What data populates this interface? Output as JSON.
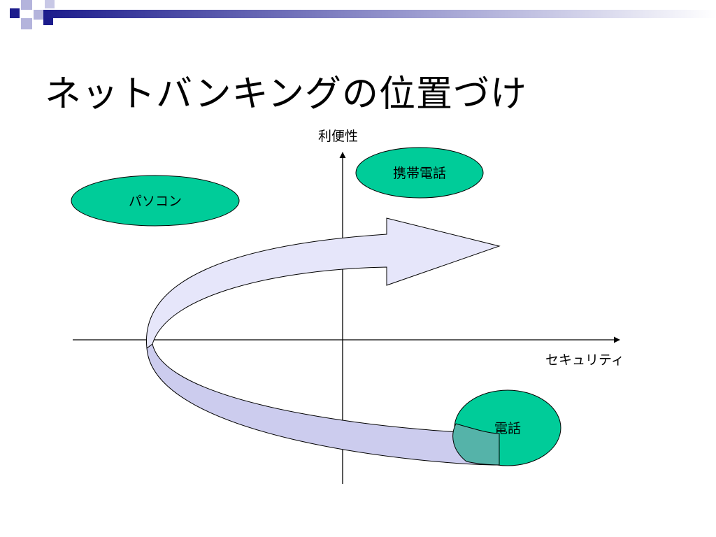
{
  "slide": {
    "title": "ネットバンキングの位置づけ",
    "colors": {
      "accent_dark": "#1c1c8c",
      "node_fill": "#00cc99",
      "arrow_fill": "#e6e6fa",
      "arrow_shade": "#ccccee"
    }
  },
  "axes": {
    "y_label": "利便性",
    "x_label": "セキュリティ"
  },
  "nodes": [
    {
      "id": "pasokon",
      "label": "パソコン"
    },
    {
      "id": "keitai",
      "label": "携帯電話"
    },
    {
      "id": "denwa",
      "label": "電話"
    }
  ]
}
